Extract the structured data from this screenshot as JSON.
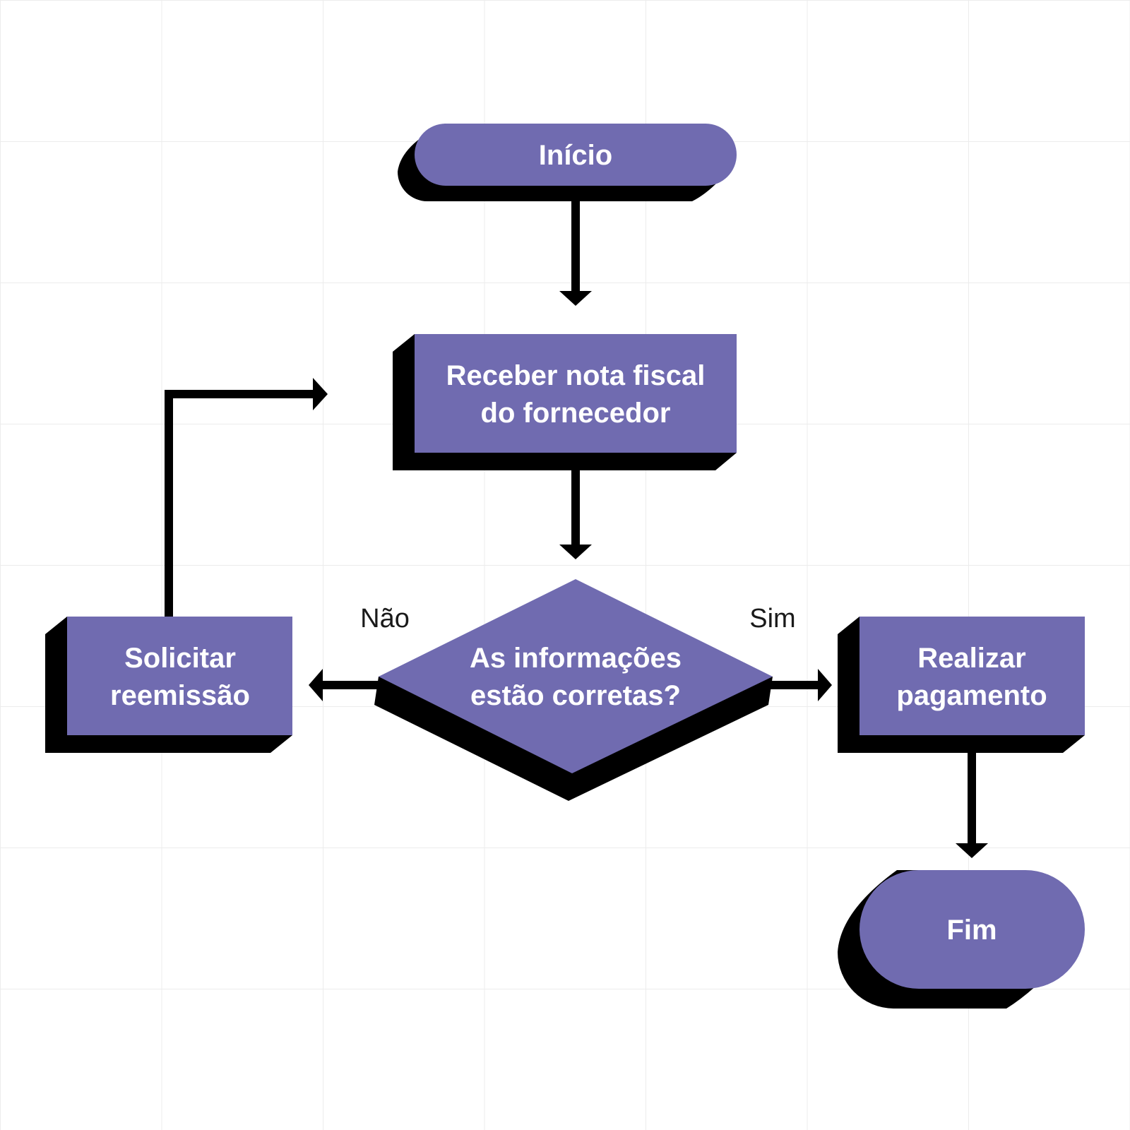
{
  "colors": {
    "node_fill": "#706bb0",
    "shadow": "#000000",
    "text": "#ffffff",
    "edge": "#000000",
    "grid": "#ececec",
    "background": "#ffffff"
  },
  "nodes": {
    "start": {
      "shape": "terminator",
      "label": "Início"
    },
    "receive_invoice": {
      "shape": "process",
      "lines": [
        "Receber nota fiscal",
        "do fornecedor"
      ]
    },
    "decision": {
      "shape": "decision",
      "lines": [
        "As informações",
        "estão corretas?"
      ]
    },
    "request_reissue": {
      "shape": "process",
      "lines": [
        "Solicitar",
        "reemissão"
      ]
    },
    "make_payment": {
      "shape": "process",
      "lines": [
        "Realizar",
        "pagamento"
      ]
    },
    "end": {
      "shape": "terminator",
      "label": "Fim"
    }
  },
  "edges": {
    "no_label": "Não",
    "yes_label": "Sim"
  }
}
